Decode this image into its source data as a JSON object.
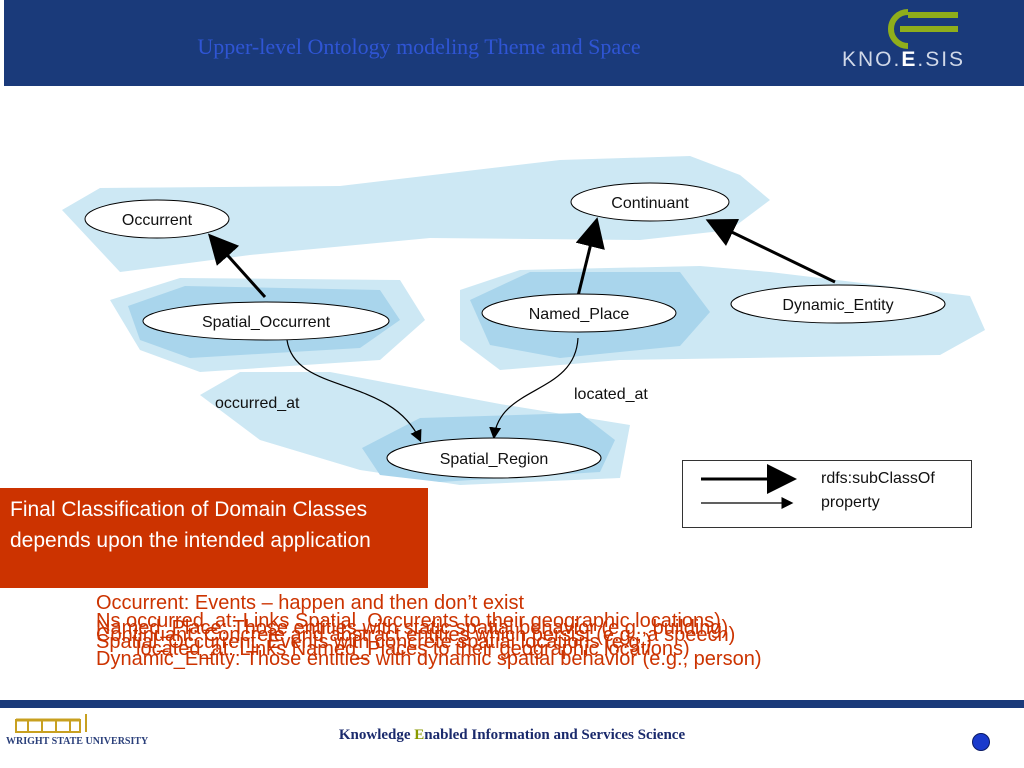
{
  "header": {
    "title": "Upper-level Ontology modeling Theme and Space",
    "logo_prefix": "KNO.",
    "logo_e": "E",
    "logo_suffix": ".SIS"
  },
  "diagram": {
    "nodes": {
      "occurrent": "Occurrent",
      "continuant": "Continuant",
      "spatial_occurrent": "Spatial_Occurrent",
      "named_place": "Named_Place",
      "dynamic_entity": "Dynamic_Entity",
      "spatial_region": "Spatial_Region"
    },
    "edges": {
      "occurred_at": "occurred_at",
      "located_at": "located_at"
    }
  },
  "legend": {
    "subclass": "rdfs:subClassOf",
    "property": "property"
  },
  "callout": "Final Classification of Domain Classes depends upon the intended application",
  "overlapping_text": [
    "Occurrent: Events – happen and then don’t exist",
    "Ns  occurred_at: Links Spatial_Occurents to their geographic locations)",
    "Named_Place: Those entities with static spatial behavior (e.g., building)",
    "Continuant: Concrete and abstract entities which persist (e.g., a speech)",
    "Spatial_Occurrent: Events with concrete spatial locations (e.g.)",
    "located_at: Links Named_Places to their geographic locations)",
    "Dynamic_Entity: Those entities with dynamic spatial behavior (e.g., person)"
  ],
  "footer": {
    "prefix": "Knowledge ",
    "e": "E",
    "suffix": "nabled Information and Services Science",
    "wsu": "WRIGHT STATE UNIVERSITY"
  },
  "colors": {
    "header": "#1a3a7a",
    "title": "#2f55d4",
    "blob_light": "#cde8f4",
    "blob_mid": "#a9d5ec",
    "callout": "#cc3300"
  }
}
